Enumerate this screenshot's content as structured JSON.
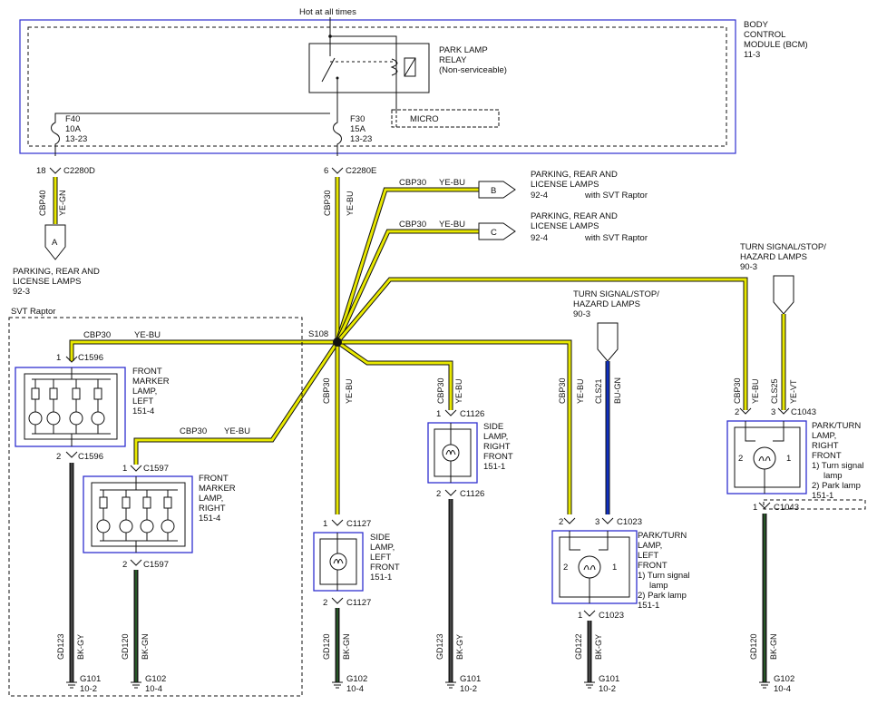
{
  "hot_label": "Hot at all times",
  "bcm": {
    "name": [
      "BODY",
      "CONTROL",
      "MODULE (BCM)",
      "11-3"
    ],
    "relay": [
      "PARK LAMP",
      "RELAY",
      "(Non-serviceable)"
    ],
    "micro": "MICRO",
    "fuse_left": [
      "F40",
      "10A",
      "13-23"
    ],
    "fuse_right": [
      "F30",
      "15A",
      "13-23"
    ]
  },
  "connectors": {
    "c2280d_pin": "18",
    "c2280d": "C2280D",
    "c2280e_pin": "6",
    "c2280e": "C2280E",
    "cbp40": "CBP40",
    "ye_gn": "YE-GN",
    "cbp30": "CBP30",
    "ye_bu": "YE-BU",
    "s108": "S108"
  },
  "offpage": {
    "a_letter": "A",
    "a_text": [
      "PARKING, REAR AND",
      "LICENSE LAMPS",
      "92-3"
    ],
    "b_letter": "B",
    "b_text": [
      "PARKING, REAR AND",
      "LICENSE LAMPS",
      "92-4"
    ],
    "b_note": "with SVT Raptor",
    "c_letter": "C",
    "c_text": [
      "PARKING, REAR AND",
      "LICENSE LAMPS",
      "92-4"
    ],
    "c_note": "with SVT Raptor",
    "ts_right": [
      "TURN SIGNAL/STOP/",
      "HAZARD LAMPS",
      "90-3"
    ],
    "ts_mid": [
      "TURN SIGNAL/STOP/",
      "HAZARD LAMPS",
      "90-3"
    ]
  },
  "svt_raptor": "SVT Raptor",
  "components": {
    "fml": {
      "name": [
        "FRONT",
        "MARKER",
        "LAMP,",
        "LEFT",
        "151-4"
      ],
      "conn": "C1596",
      "pin_top": "1",
      "pin_bot": "2"
    },
    "fmr": {
      "name": [
        "FRONT",
        "MARKER",
        "LAMP,",
        "RIGHT",
        "151-4"
      ],
      "conn": "C1597",
      "pin_top": "1",
      "pin_bot": "2"
    },
    "sll": {
      "name": [
        "SIDE",
        "LAMP,",
        "LEFT",
        "FRONT",
        "151-1"
      ],
      "conn": "C1127",
      "pin_top": "1",
      "pin_bot": "2"
    },
    "slr": {
      "name": [
        "SIDE",
        "LAMP,",
        "RIGHT",
        "FRONT",
        "151-1"
      ],
      "conn": "C1126",
      "pin_top": "1",
      "pin_bot": "2"
    },
    "ptl": {
      "name": [
        "PARK/TURN",
        "LAMP,",
        "LEFT",
        "FRONT",
        "1) Turn signal",
        "lamp",
        "2) Park lamp",
        "151-1"
      ],
      "conn_top": "C1023",
      "conn_bot": "C1023",
      "pin_a": "2",
      "pin_b": "3",
      "pin_bot": "1",
      "inner_l": "2",
      "inner_r": "1"
    },
    "ptr": {
      "name": [
        "PARK/TURN",
        "LAMP,",
        "RIGHT",
        "FRONT",
        "1) Turn signal",
        "lamp",
        "2) Park lamp",
        "151-1"
      ],
      "conn_top": "C1043",
      "conn_bot": "C1043",
      "pin_a": "2",
      "pin_b": "3",
      "pin_bot": "1",
      "inner_l": "2",
      "inner_r": "1"
    }
  },
  "wires": {
    "cls21": "CLS21",
    "bu_gn": "BU-GN",
    "cls25": "CLS25",
    "ye_vt": "YE-VT",
    "gd123": "GD123",
    "bk_gy": "BK-GY",
    "gd120": "GD120",
    "bk_gn": "BK-GN",
    "gd122": "GD122"
  },
  "grounds": {
    "g101a": [
      "G101",
      "10-2"
    ],
    "g102a": [
      "G102",
      "10-4"
    ],
    "g102b": [
      "G102",
      "10-4"
    ],
    "g101b": [
      "G101",
      "10-2"
    ],
    "g101c": [
      "G101",
      "10-2"
    ],
    "g102c": [
      "G102",
      "10-4"
    ]
  },
  "colors": {
    "module_border": "#3030d0",
    "ye_wire": "#e8e800",
    "bu_wire": "#1030c0",
    "bk_wire": "#1a1a1a",
    "gn_trace": "#2a6a2a"
  }
}
